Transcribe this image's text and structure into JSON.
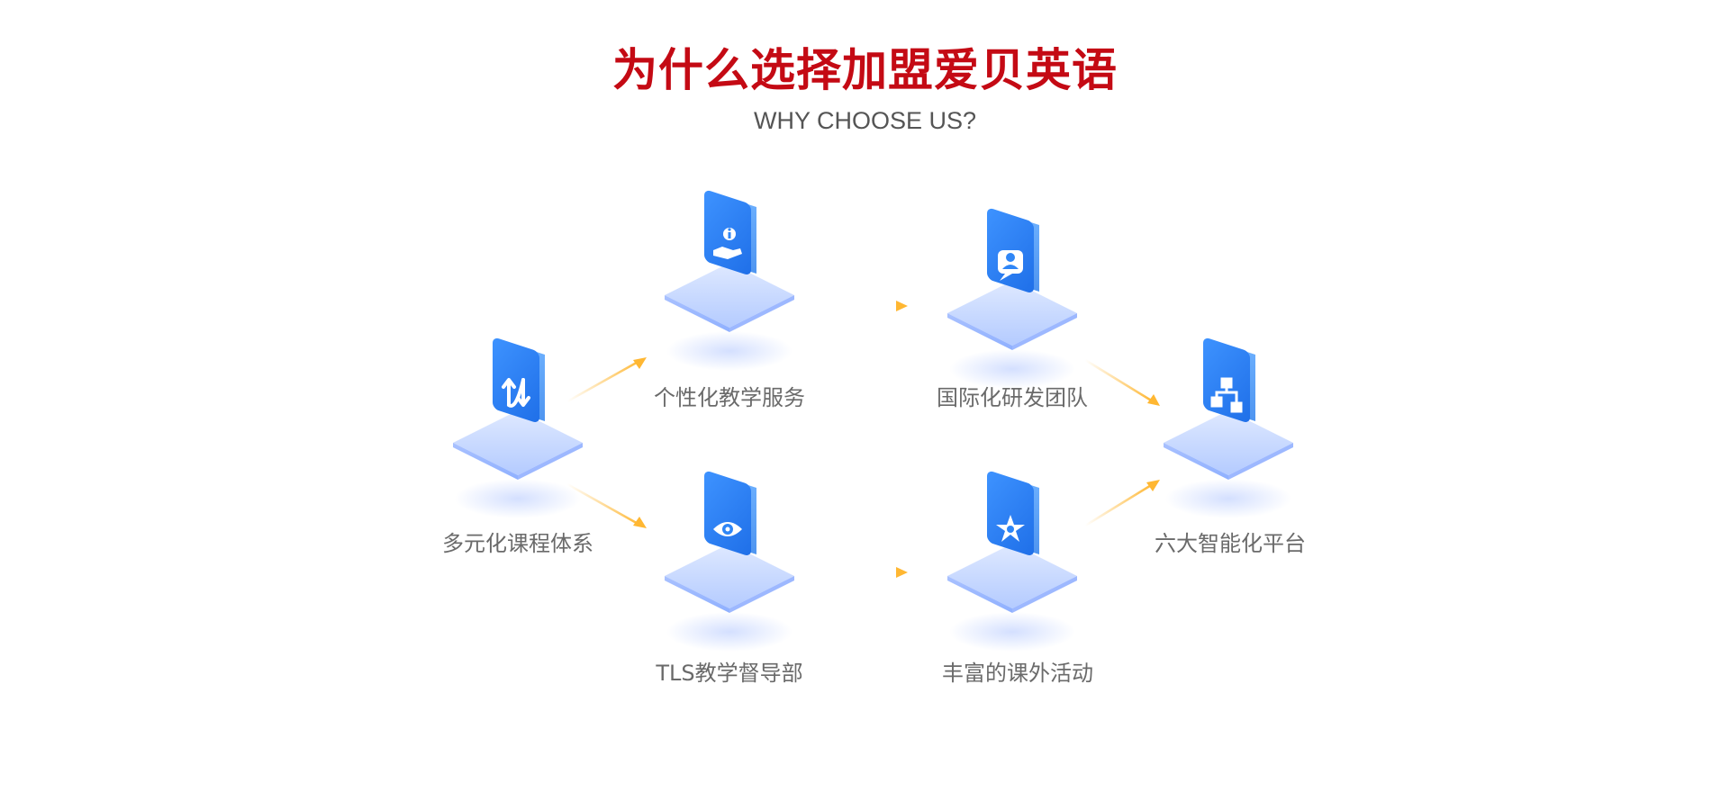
{
  "header": {
    "title": "为什么选择加盟爱贝英语",
    "subtitle": "WHY CHOOSE US?"
  },
  "colors": {
    "title": "#c40a14",
    "icon_blue": "#2f86f6",
    "arrow": "#ffb732"
  },
  "nodes": [
    {
      "id": "diverse-curriculum",
      "label": "多元化课程体系",
      "icon": "swap-arrows-icon"
    },
    {
      "id": "personalized-teaching",
      "label": "个性化教学服务",
      "icon": "hand-info-icon"
    },
    {
      "id": "tls-supervision",
      "label": "TLS教学督导部",
      "icon": "eye-icon"
    },
    {
      "id": "international-rd",
      "label": "国际化研发团队",
      "icon": "user-chat-icon"
    },
    {
      "id": "extracurricular",
      "label": "丰富的课外活动",
      "icon": "star-badge-icon"
    },
    {
      "id": "smart-platforms",
      "label": "六大智能化平台",
      "icon": "flow-chart-icon"
    }
  ]
}
